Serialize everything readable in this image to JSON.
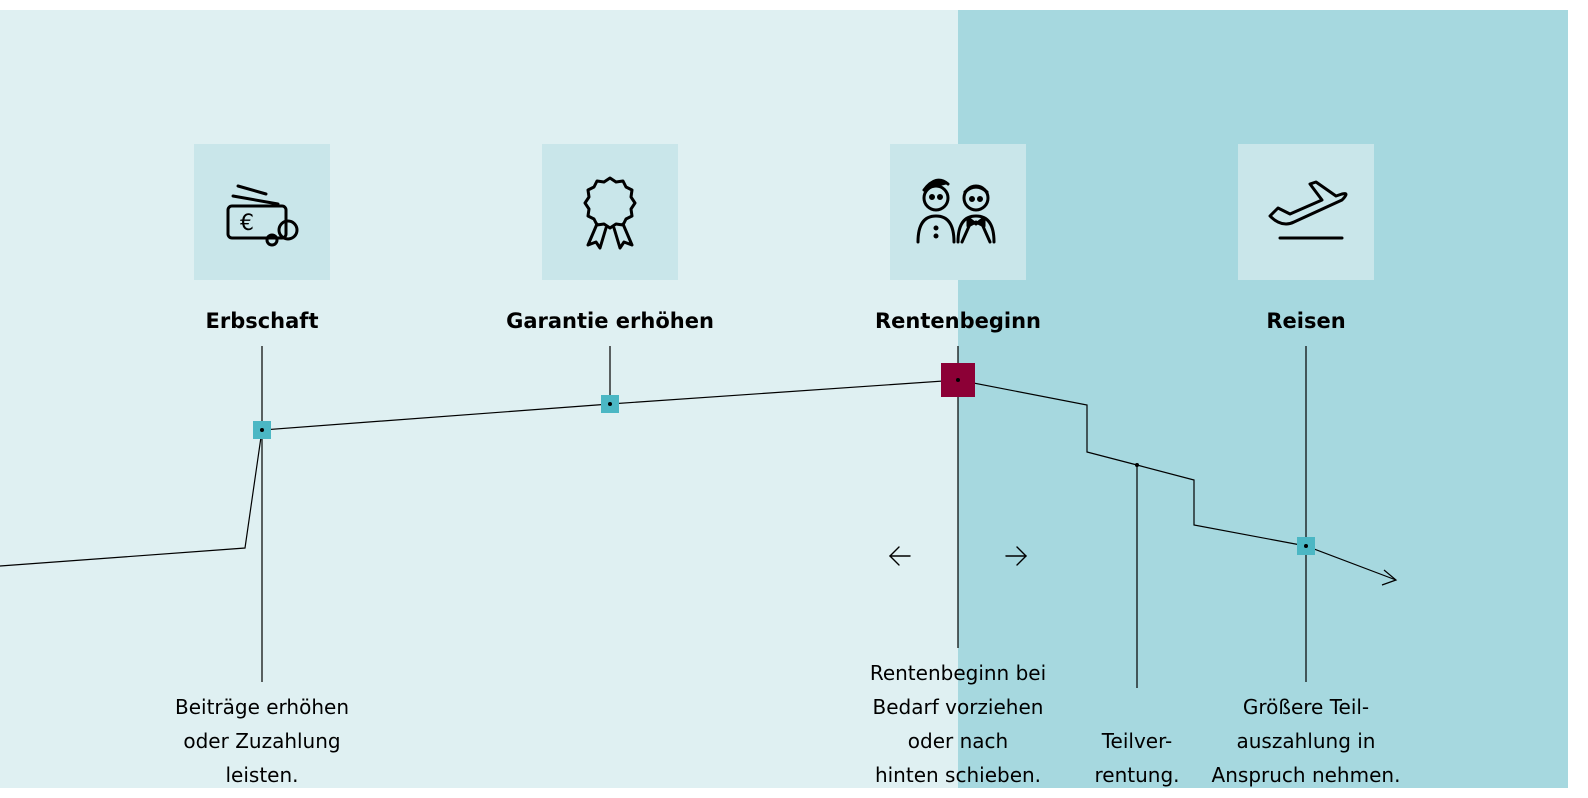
{
  "colors": {
    "background_left": "#dff0f2",
    "background_right": "#a6d8df",
    "tile": "#c9e6ea",
    "marker_teal": "#4bb7c4",
    "marker_main": "#8c0036",
    "line": "#000000"
  },
  "events": [
    {
      "title": "Erbschaft",
      "icon": "wallet-euro-coin-icon",
      "caption": [
        "Beiträge erhöhen",
        "oder Zuzahlung",
        "leisten."
      ]
    },
    {
      "title": "Garantie erhöhen",
      "icon": "award-rosette-icon",
      "caption": []
    },
    {
      "title": "Rentenbeginn",
      "icon": "couple-portrait-icon",
      "caption": [
        "Rentenbeginn bei",
        "Bedarf vorziehen",
        "oder nach",
        "hinten schieben."
      ]
    },
    {
      "title": "Reisen",
      "icon": "airplane-departure-icon",
      "caption": [
        "Größere Teil-",
        "auszahlung in",
        "Anspruch nehmen."
      ]
    }
  ],
  "extra_caption": [
    "Teilver-",
    "rentung."
  ],
  "controls": {
    "prev_icon": "arrow-left-icon",
    "next_icon": "arrow-right-icon"
  }
}
